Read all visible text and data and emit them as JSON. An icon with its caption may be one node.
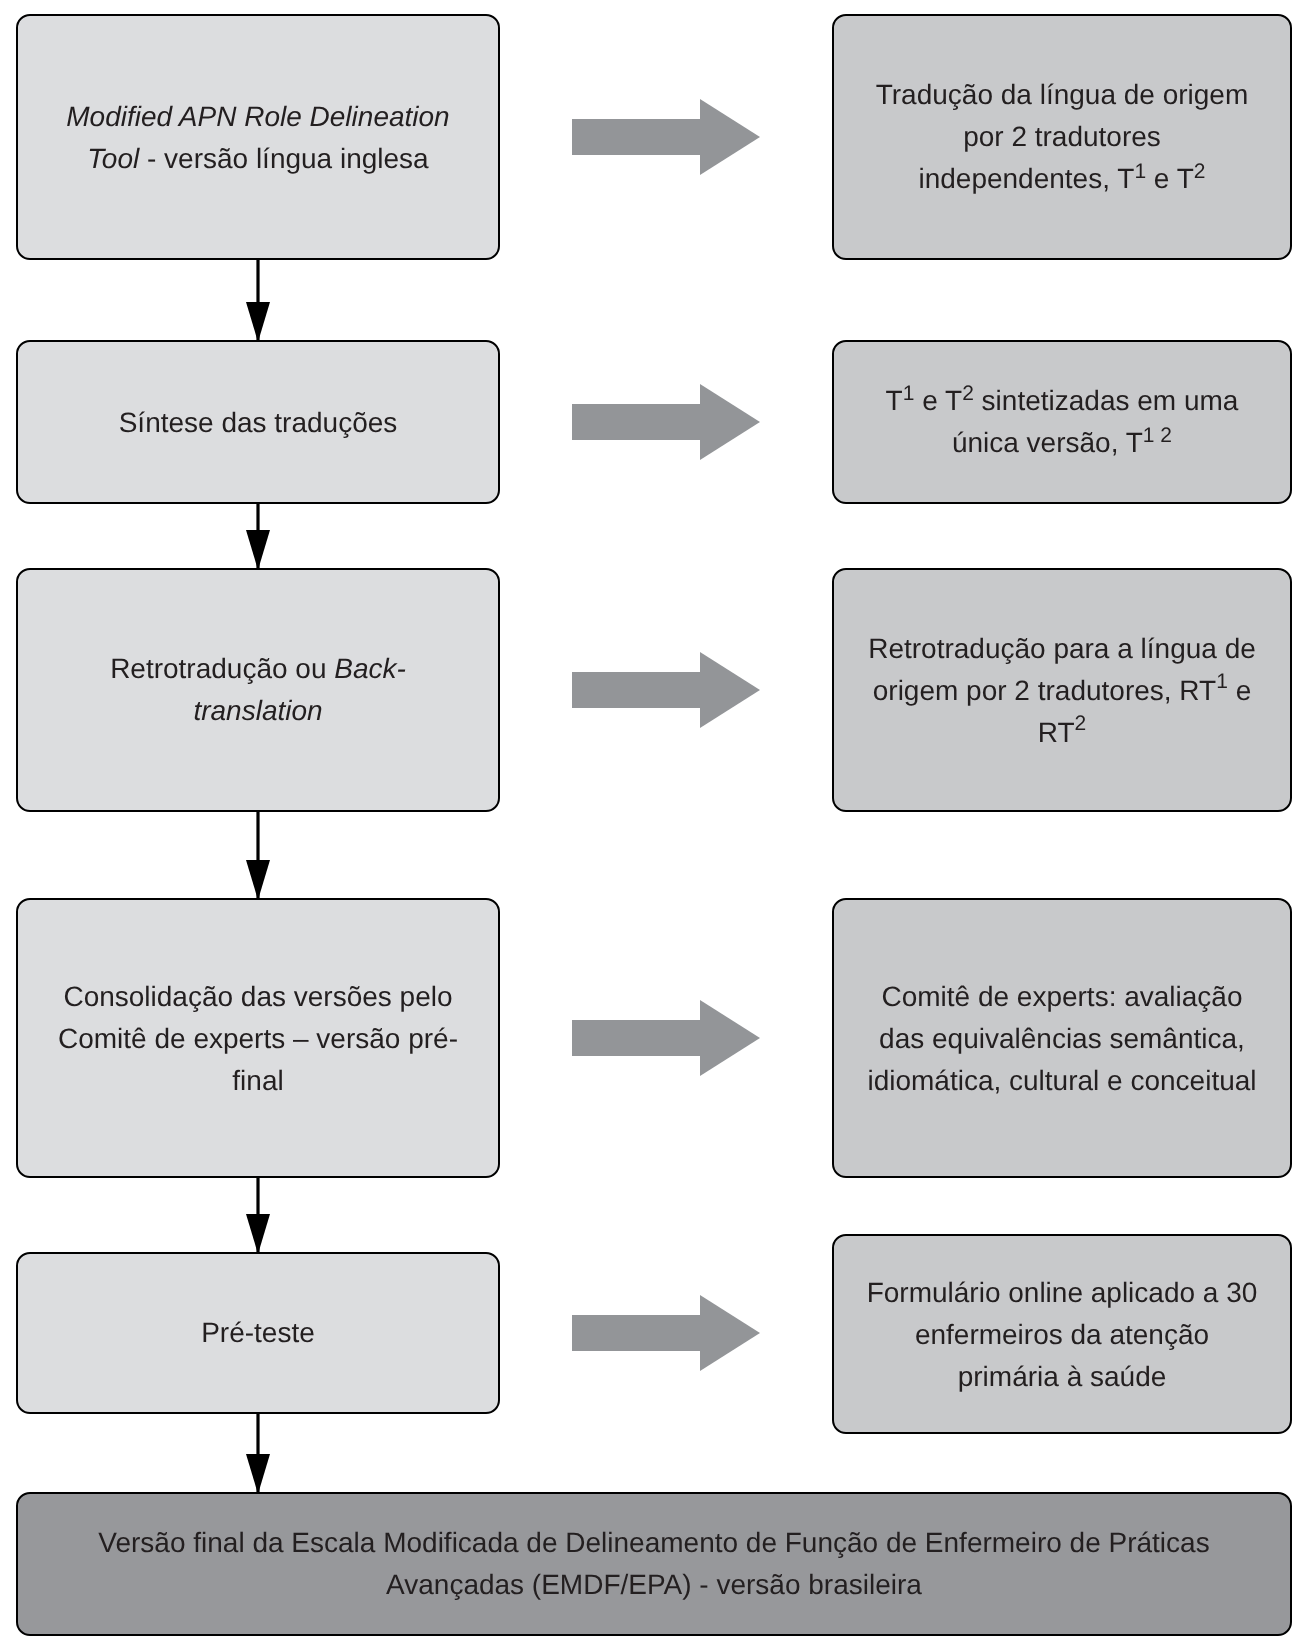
{
  "diagram": {
    "nodes": [
      {
        "text": [
          "*Modified APN Role Delineation Tool* - versão língua inglesa"
        ]
      },
      {
        "text": [
          "Tradução da língua de origem por 2 tradutores independentes, T$^{1}$ e T$^{2}$"
        ]
      },
      {
        "text": [
          "Síntese das traduções"
        ]
      },
      {
        "text": [
          "T$^{1}$ e T$^{2}$ sintetizadas em uma única versão, T$^{1 2}$"
        ]
      },
      {
        "text": [
          "Retrotradução ou *Back-translation*"
        ]
      },
      {
        "text": [
          "Retrotradução para a língua de origem por 2 tradutores, RT$^{1}$ e RT$^{2}$"
        ]
      },
      {
        "text": [
          "Consolidação das versões pelo Comitê de experts – versão pré-final"
        ]
      },
      {
        "text": [
          "Comitê de experts: avaliação das equivalências semântica, idiomática, cultural e conceitual"
        ]
      },
      {
        "text": [
          "Pré-teste"
        ]
      },
      {
        "text": [
          "Formulário online aplicado a 30 enfermeiros da atenção primária à saúde"
        ]
      },
      {
        "text": [
          "Versão final da Escala Modificada de Delineamento de Função de Enfermeiro de Práticas Avançadas (EMDF/EPA) - versão brasileira"
        ]
      }
    ],
    "edges": [
      {
        "from": 0,
        "to": 1,
        "arrow": "to",
        "style": "thick",
        "color": "#939598"
      },
      {
        "from": 0,
        "to": 2,
        "arrow": "to",
        "color": "#000000"
      },
      {
        "from": 2,
        "to": 3,
        "arrow": "to",
        "style": "thick",
        "color": "#939598"
      },
      {
        "from": 2,
        "to": 4,
        "arrow": "to",
        "color": "#000000"
      },
      {
        "from": 4,
        "to": 5,
        "arrow": "to",
        "style": "thick",
        "color": "#939598"
      },
      {
        "from": 4,
        "to": 6,
        "arrow": "to",
        "color": "#000000"
      },
      {
        "from": 6,
        "to": 7,
        "arrow": "to",
        "style": "thick",
        "color": "#939598"
      },
      {
        "from": 6,
        "to": 8,
        "arrow": "to",
        "color": "#000000"
      },
      {
        "from": 8,
        "to": 9,
        "arrow": "to",
        "style": "thick",
        "color": "#939598"
      },
      {
        "from": 8,
        "to": 10,
        "arrow": "to",
        "color": "#000000"
      }
    ]
  }
}
